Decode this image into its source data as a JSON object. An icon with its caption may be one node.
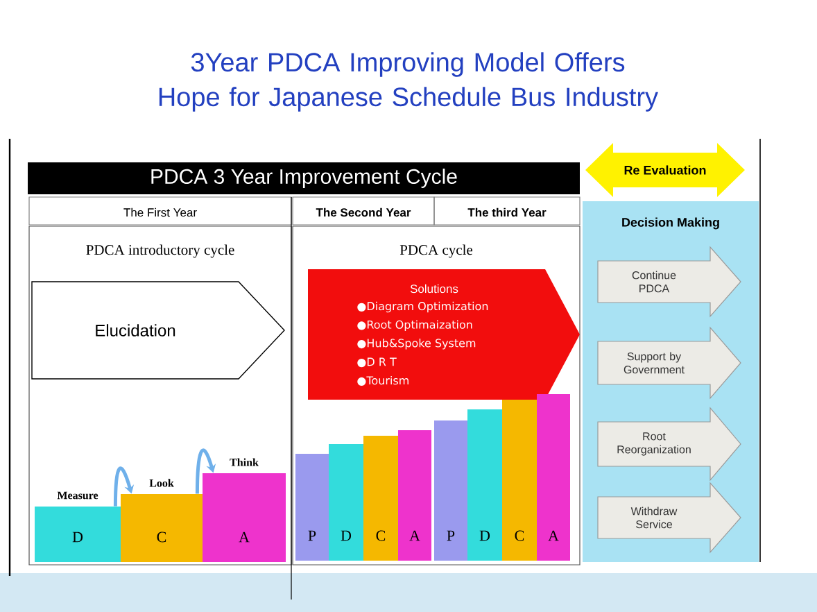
{
  "diagram": {
    "title": "3Year PDCA Improving Model Offers Hope for Japanese Schedule Bus Industry",
    "nodes": [
      {
        "text": [
          "PDCA 3 Year Improvement Cycle"
        ]
      },
      {
        "text": [
          "The First Year"
        ]
      },
      {
        "text": [
          "The Second Year"
        ]
      },
      {
        "text": [
          "The third Year"
        ]
      },
      {
        "text": [
          "Re Evaluation"
        ]
      },
      {
        "text": [
          "Decision Making"
        ]
      },
      {
        "text": [
          "Continue PDCA"
        ],
        "in": 5
      },
      {
        "text": [
          "Support by Government"
        ],
        "in": 5
      },
      {
        "text": [
          "Root Reorganization"
        ],
        "in": 5
      },
      {
        "text": [
          "Withdraw Service"
        ],
        "in": 5
      },
      {
        "text": [
          "PDCA introductory cycle"
        ]
      },
      {
        "text": [
          "Elucidation"
        ],
        "in": 10
      },
      {
        "text": [
          "D"
        ],
        "beside": [
          "Measure"
        ],
        "in": 10
      },
      {
        "text": [
          "C"
        ],
        "beside": [
          "Look"
        ],
        "in": 10
      },
      {
        "text": [
          "A"
        ],
        "beside": [
          "Think"
        ],
        "in": 10
      },
      {
        "text": [
          "PDCA cycle"
        ]
      },
      {
        "text": [
          "Solutions",
          "●Diagram Optimization",
          "●Root Optimaization",
          "●Hub&Spoke System",
          "●D R T",
          "●Tourism"
        ],
        "in": 15
      },
      {
        "text": [
          "P"
        ],
        "in": 15
      },
      {
        "text": [
          "D"
        ],
        "in": 15
      },
      {
        "text": [
          "C"
        ],
        "in": 15
      },
      {
        "text": [
          "A"
        ],
        "in": 15
      },
      {
        "text": [
          "P"
        ],
        "in": 15
      },
      {
        "text": [
          "D"
        ],
        "in": 15
      },
      {
        "text": [
          "C"
        ],
        "in": 15
      },
      {
        "text": [
          "A"
        ],
        "in": 15
      }
    ],
    "edges": [
      {
        "from": 12,
        "to": 13,
        "arrow": "to"
      },
      {
        "from": 13,
        "to": 14,
        "arrow": "to"
      }
    ]
  }
}
